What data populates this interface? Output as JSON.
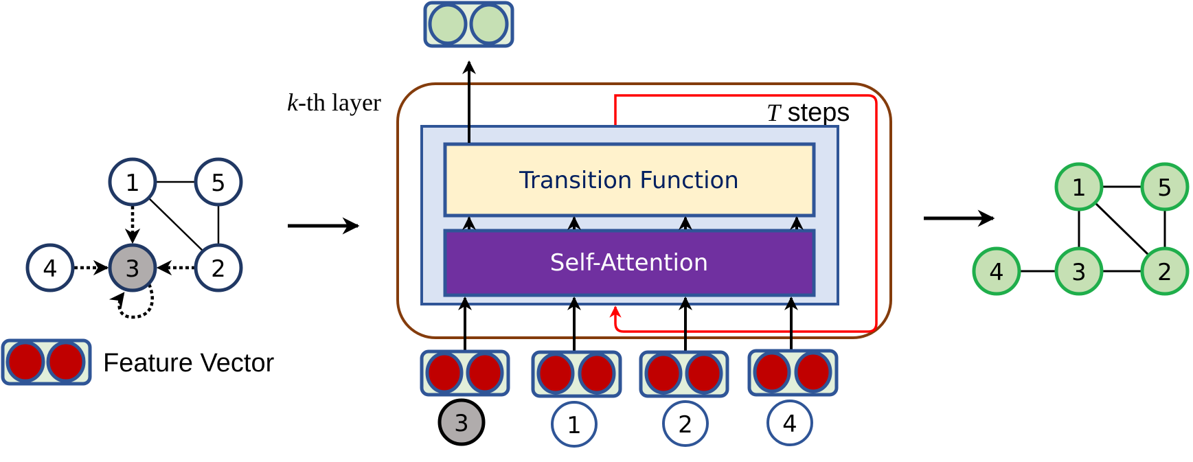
{
  "colors": {
    "node_stroke": "#2f4f86",
    "node_fill": "#ffffff",
    "center_node_fill": "#b0acac",
    "center_node_stroke_input": "#000000",
    "output_node_fill": "#c6e0b4",
    "output_node_stroke": "#1fae4b",
    "vector_bg": "#e2efda",
    "vector_stroke": "#2f5597",
    "vector_dot_input": "#c00000",
    "vector_dot_output": "#c6e0b4",
    "layer_border": "#8b4513",
    "recurrence_line": "#ff0000",
    "panel_fill": "#dae3f3",
    "panel_stroke": "#2f5597",
    "transition_fill": "#fff2cc",
    "transition_text": "#002060",
    "attention_fill": "#7030a0",
    "attention_text": "#ffffff"
  },
  "input_graph": {
    "nodes": [
      {
        "id": "1",
        "highlight": false
      },
      {
        "id": "5",
        "highlight": false
      },
      {
        "id": "4",
        "highlight": false
      },
      {
        "id": "3",
        "highlight": true
      },
      {
        "id": "2",
        "highlight": false
      }
    ],
    "edges": [
      [
        "1",
        "5"
      ],
      [
        "1",
        "2"
      ],
      [
        "5",
        "2"
      ]
    ],
    "message_edges": [
      [
        "1",
        "3"
      ],
      [
        "4",
        "3"
      ],
      [
        "2",
        "3"
      ],
      [
        "3",
        "3"
      ]
    ]
  },
  "legend": {
    "label": "Feature Vector"
  },
  "layer": {
    "label_var": "k",
    "label_rest": "-th layer",
    "steps_var": "T",
    "steps_rest": " steps",
    "transition_label": "Transition Function",
    "attention_label": "Self-Attention"
  },
  "inputs": [
    {
      "node": "3",
      "highlight": true
    },
    {
      "node": "1",
      "highlight": false
    },
    {
      "node": "2",
      "highlight": false
    },
    {
      "node": "4",
      "highlight": false
    }
  ],
  "output_graph": {
    "nodes": [
      {
        "id": "1"
      },
      {
        "id": "5"
      },
      {
        "id": "4"
      },
      {
        "id": "3"
      },
      {
        "id": "2"
      }
    ],
    "edges": [
      [
        "1",
        "5"
      ],
      [
        "1",
        "3"
      ],
      [
        "1",
        "2"
      ],
      [
        "5",
        "2"
      ],
      [
        "4",
        "3"
      ],
      [
        "3",
        "2"
      ]
    ]
  }
}
